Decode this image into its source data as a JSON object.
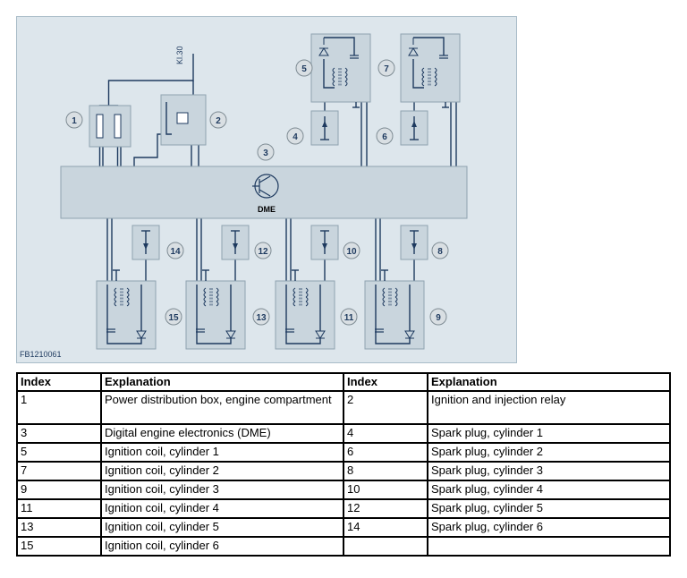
{
  "diagram": {
    "caption": "FB1210061",
    "supply_label": "Kl.30",
    "dme_label": "DME",
    "index_markers": [
      "1",
      "2",
      "3",
      "4",
      "5",
      "6",
      "7",
      "8",
      "9",
      "10",
      "11",
      "12",
      "13",
      "14",
      "15"
    ],
    "colors": {
      "panel_bg": "#dde6ec",
      "panel_border": "#a9bcc8",
      "block_fill": "#c9d5dd",
      "block_border": "#8fa3b0",
      "wire": "#1e3a5f",
      "marker_fill": "#d9dfe3"
    }
  },
  "table": {
    "headers": [
      "Index",
      "Explanation",
      "Index",
      "Explanation"
    ],
    "rows": [
      [
        "1",
        "Power distribution box, engine compartment",
        "2",
        "Ignition and injection relay"
      ],
      [
        "3",
        "Digital engine electronics (DME)",
        "4",
        "Spark plug, cylinder 1"
      ],
      [
        "5",
        "Ignition coil, cylinder 1",
        "6",
        "Spark plug, cylinder 2"
      ],
      [
        "7",
        "Ignition coil, cylinder 2",
        "8",
        "Spark plug, cylinder 3"
      ],
      [
        "9",
        "Ignition coil, cylinder 3",
        "10",
        "Spark plug, cylinder 4"
      ],
      [
        "11",
        "Ignition coil, cylinder 4",
        "12",
        "Spark plug, cylinder 5"
      ],
      [
        "13",
        "Ignition coil, cylinder 5",
        "14",
        "Spark plug, cylinder 6"
      ],
      [
        "15",
        "Ignition coil, cylinder 6",
        "",
        ""
      ]
    ]
  }
}
